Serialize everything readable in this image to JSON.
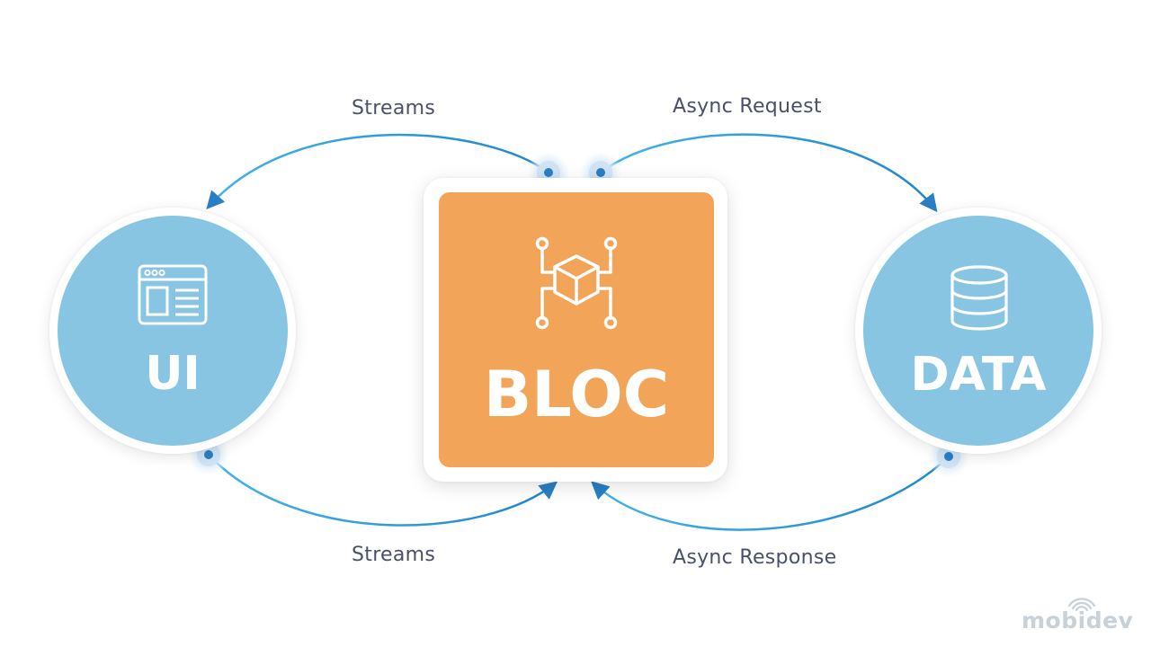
{
  "nodes": {
    "ui": {
      "title": "UI",
      "icon": "browser-window-icon"
    },
    "bloc": {
      "title": "BLOC",
      "icon": "cube-circuit-icon"
    },
    "data": {
      "title": "DATA",
      "icon": "database-icon"
    }
  },
  "edges": {
    "bloc_to_ui": {
      "label": "Streams"
    },
    "bloc_to_data": {
      "label": "Async Request"
    },
    "ui_to_bloc": {
      "label": "Streams"
    },
    "data_to_bloc": {
      "label": "Async Response"
    }
  },
  "brand": {
    "text": "mobidev"
  },
  "colors": {
    "node_blue": "#88c5e3",
    "bloc_orange": "#f2a458",
    "arrow_blue": "#3aa0e0",
    "label_text": "#4a5068"
  }
}
